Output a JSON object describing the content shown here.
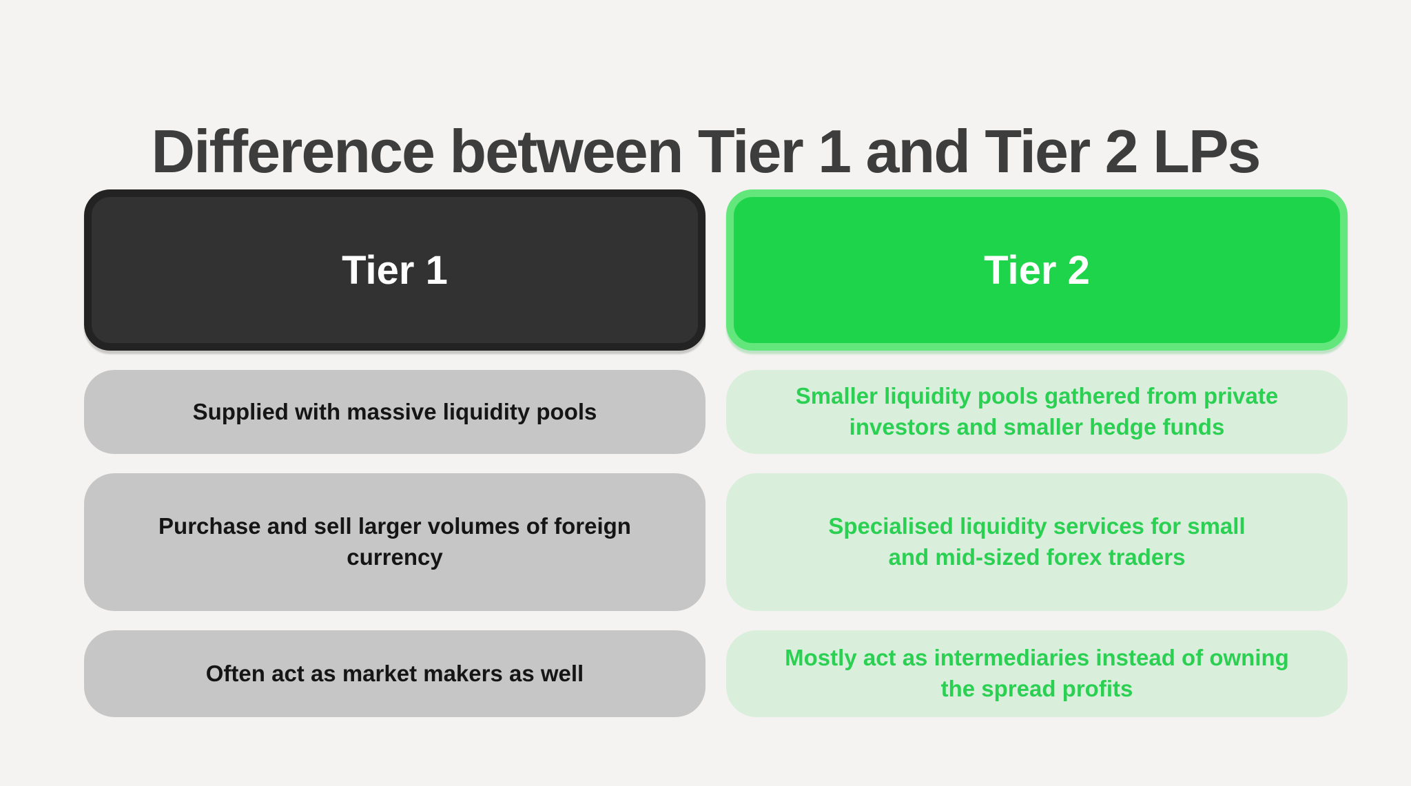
{
  "page": {
    "title": "Difference between Tier 1 and Tier 2 LPs"
  },
  "colors": {
    "background": "#f4f3f1",
    "title_text": "#3d3d3d",
    "tier1_header_bg": "#323232",
    "tier1_header_border": "#232323",
    "tier1_header_text": "#ffffff",
    "tier2_header_bg": "#1ed44a",
    "tier2_header_border": "#63e77d",
    "tier2_header_text": "#ffffff",
    "tier1_cell_bg": "#c7c6c6",
    "tier1_cell_text": "#151515",
    "tier2_cell_bg": "#d9efdb",
    "tier2_cell_text": "#2bd053"
  },
  "table": {
    "columns": [
      {
        "id": "tier1",
        "header": "Tier 1",
        "rows": [
          "Supplied with massive liquidity pools",
          "Purchase and sell larger volumes of foreign currency",
          "Often act as market makers as well"
        ]
      },
      {
        "id": "tier2",
        "header": "Tier 2",
        "rows": [
          "Smaller liquidity pools gathered from private\ninvestors and smaller hedge funds",
          "Specialised liquidity services for small\nand mid-sized forex traders",
          "Mostly act as intermediaries instead of owning\nthe spread profits"
        ]
      }
    ]
  }
}
